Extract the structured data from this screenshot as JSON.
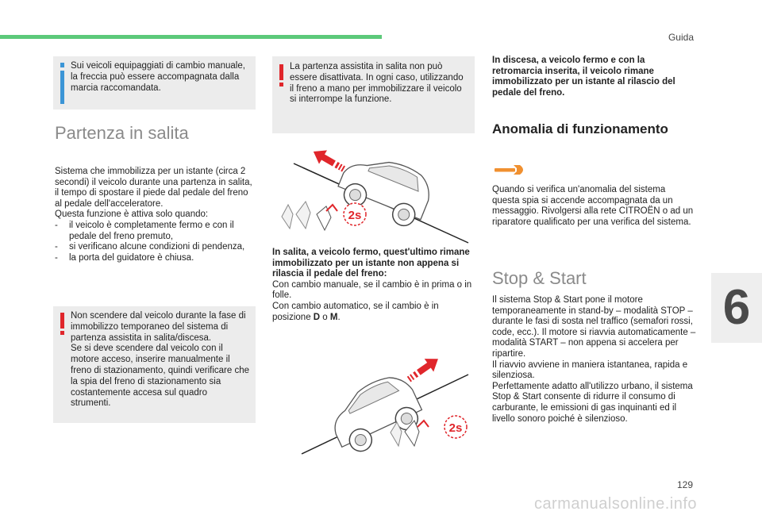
{
  "header": {
    "section": "Guida"
  },
  "chapter_number": "6",
  "page_number": "129",
  "watermark": "carmanualsonline.info",
  "col1": {
    "info_box": "Sui veicoli equipaggiati di cambio manuale, la freccia può essere accompagnata dalla marcia raccomandata.",
    "title": "Partenza in salita",
    "intro": "Sistema che immobilizza per un istante (circa 2 secondi) il veicolo durante una partenza in salita, il tempo di spostare il piede dal pedale del freno al pedale dell'acceleratore.",
    "conditions_title": "Questa funzione è attiva solo quando:",
    "conditions": [
      "il veicolo è completamente fermo e con il pedale del freno premuto,",
      "si verificano alcune condizioni di pendenza,",
      "la porta del guidatore è chiusa."
    ],
    "warning_box": "Non scendere dal veicolo durante la fase di immobilizzo temporaneo del sistema di partenza assistita in salita/discesa.\nSe si deve scendere dal veicolo con il motore acceso, inserire manualmente il freno di stazionamento, quindi verificare che la spia del freno di stazionamento sia costantemente accesa sul quadro strumenti."
  },
  "col2": {
    "warning_box": "La partenza assistita in salita non può essere disattivata. In ogni caso, utilizzando il freno a mano per immobilizzare il veicolo si interrompe la funzione.",
    "uphill_bold": "In salita, a veicolo fermo, quest'ultimo rimane immobilizzato per un istante non appena si rilascia il pedale del freno:",
    "manual_text": "Con cambio manuale, se il cambio è in prima o in folle.",
    "auto_prefix": "Con cambio automatico, se il cambio è in posizione ",
    "auto_d": "D",
    "auto_o": " o ",
    "auto_m": "M",
    "auto_end": ".",
    "badge": "2s"
  },
  "col3": {
    "downhill_bold": "In discesa, a veicolo fermo e con la retromarcia inserita, il veicolo rimane immobilizzato per un istante al rilascio del pedale del freno.",
    "fault_title": "Anomalia di funzionamento",
    "fault_text": "Quando si verifica un'anomalia del sistema questa spia si accende accompagnata da un messaggio. Rivolgersi alla rete CITROËN o ad un riparatore qualificato per una verifica del sistema.",
    "ss_title": "Stop & Start",
    "ss_text": "Il sistema Stop & Start pone il motore temporaneamente in stand-by – modalità STOP – durante le fasi di sosta nel traffico (semafori rossi, code, ecc.). Il motore si riavvia automaticamente – modalità START – non appena si accelera per ripartire.\nIl riavvio avviene in maniera istantanea, rapida e silenziosa.\nPerfettamente adatto all'utilizzo urbano, il sistema Stop & Start consente di ridurre il consumo di carburante, le emissioni di gas inquinanti ed il livello sonoro poiché è silenzioso."
  },
  "colors": {
    "accent_green": "#5cc97a",
    "info_blue": "#3b95d6",
    "warning_red": "#e0262b",
    "illustration_red": "#e0262b",
    "wrench_orange": "#f09030"
  }
}
